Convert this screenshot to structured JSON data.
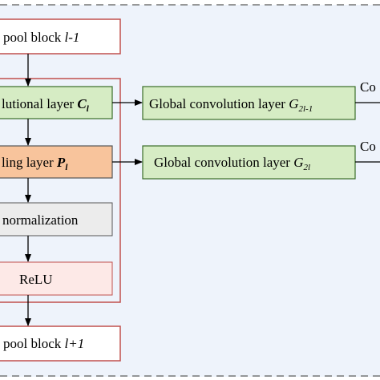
{
  "colors": {
    "frame_dash": "#777777",
    "background": "#eef3fb",
    "red_border": "#c0504d",
    "dark_border": "#555555",
    "green_fill": "#d6ecc4",
    "green_border": "#3a6e28",
    "peach_fill": "#f8c49c",
    "light_fill": "#ececec",
    "pink_fill": "#fde9e7",
    "white_fill": "#ffffff"
  },
  "blocks": {
    "top_block": {
      "prefix": "pool block ",
      "var": "l-1"
    },
    "conv_layer": {
      "prefix": "lutional layer ",
      "var": "C",
      "sub": "l"
    },
    "pool_layer": {
      "prefix": "ling layer ",
      "var": "P",
      "sub": "l"
    },
    "normalization": {
      "label": "normalization"
    },
    "relu": {
      "label": "ReLU"
    },
    "bottom_block": {
      "prefix": "pool block ",
      "var": "l+1"
    }
  },
  "global_layers": {
    "g1": {
      "prefix": "Global convolution layer ",
      "var": "G",
      "sub": "2l-1",
      "output": "Co"
    },
    "g2": {
      "prefix": "Global convolution layer ",
      "var": "G",
      "sub": "2l",
      "output": "Co"
    }
  }
}
